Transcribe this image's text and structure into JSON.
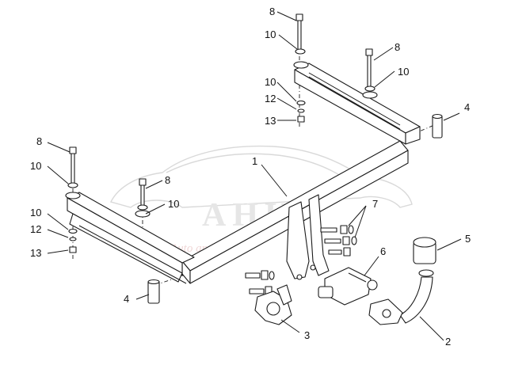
{
  "watermark": {
    "brand_text": "AHKA",
    "tagline": "Auto and Travel"
  },
  "callouts": [
    {
      "id": "c1",
      "label": "1"
    },
    {
      "id": "c2",
      "label": "2"
    },
    {
      "id": "c3",
      "label": "3"
    },
    {
      "id": "c4a",
      "label": "4"
    },
    {
      "id": "c4b",
      "label": "4"
    },
    {
      "id": "c5",
      "label": "5"
    },
    {
      "id": "c6",
      "label": "6"
    },
    {
      "id": "c7",
      "label": "7"
    },
    {
      "id": "c8a",
      "label": "8"
    },
    {
      "id": "c8b",
      "label": "8"
    },
    {
      "id": "c8c",
      "label": "8"
    },
    {
      "id": "c8d",
      "label": "8"
    },
    {
      "id": "c10a",
      "label": "10"
    },
    {
      "id": "c10b",
      "label": "10"
    },
    {
      "id": "c10c",
      "label": "10"
    },
    {
      "id": "c10d",
      "label": "10"
    },
    {
      "id": "c10e",
      "label": "10"
    },
    {
      "id": "c10f",
      "label": "10"
    },
    {
      "id": "c12a",
      "label": "12"
    },
    {
      "id": "c12b",
      "label": "12"
    },
    {
      "id": "c13a",
      "label": "13"
    },
    {
      "id": "c13b",
      "label": "13"
    }
  ]
}
